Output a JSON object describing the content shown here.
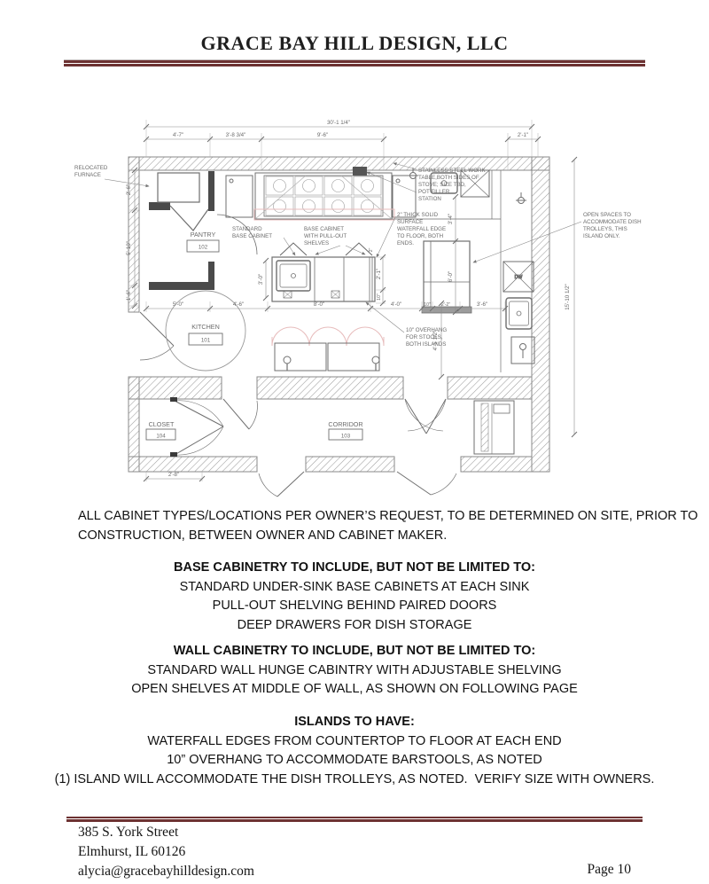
{
  "header": {
    "company": "GRACE BAY HILL DESIGN, LLC"
  },
  "plan": {
    "labels": {
      "relocated_furnace": [
        "RELOCATED",
        "FURNACE"
      ],
      "work_table": [
        "STAINLESS STEEL WORK",
        "TABLE,BOTH SIDES OF",
        "STOVE; SIZE TBD,",
        "POT FILLER",
        "STATION"
      ],
      "waterfall": [
        "2\" THICK SOLID",
        "SURFACE",
        "WATERFALL EDGE",
        "TO FLOOR, BOTH",
        "ENDS."
      ],
      "standard_base": [
        "STANDARD",
        "BASE CABINET"
      ],
      "pullout": [
        "BASE CABINET",
        "WITH PULL-OUT",
        "SHELVES"
      ],
      "open_spaces": [
        "OPEN SPACES TO",
        "ACCOMMODATE DISH",
        "TROLLEYS, THIS",
        "ISLAND ONLY."
      ],
      "overhang": [
        "10\" OVERHANG",
        "FOR STOOLS,",
        "BOTH ISLANDS"
      ],
      "dw": "DW"
    },
    "rooms": {
      "kitchen": {
        "name": "KITCHEN",
        "num": "101"
      },
      "pantry": {
        "name": "PANTRY",
        "num": "102"
      },
      "corridor": {
        "name": "CORRIDOR",
        "num": "103"
      },
      "closet": {
        "name": "CLOSET",
        "num": "104"
      }
    },
    "dims": {
      "top_overall": "30'-1 1/4\"",
      "top_1": "4'-7\"",
      "top_2": "3'-8 3/4\"",
      "top_3": "9'-6\"",
      "top_right": "2'-1\"",
      "left_1": "2'-6\"",
      "left_2": "5'-10\"",
      "left_3": "1'-6\"",
      "mid_1": "5'-0\"",
      "mid_2": "4'-6\"",
      "mid_3": "8'-0\"",
      "mid_4": "4'-0\"",
      "mid_5": "10\"",
      "mid_6": "2'-2\"",
      "mid_7": "3'-6\"",
      "island1_depth": "3'-0\"",
      "island1_r1": "2'-1\"",
      "island1_r2": "10\"",
      "island1_edge": "2\"",
      "island2_len": "6'-0\"",
      "island2_gap": "3'-4\"",
      "right_overall": "15'-10 1/2\"",
      "overhang_dim": "4'-5 1/2\"",
      "closet_w": "2'-8\""
    }
  },
  "notes": {
    "para": [
      "ALL CABINET TYPES/LOCATIONS PER OWNER’S REQUEST, TO BE DETERMINED ON SITE, PRIOR TO",
      "CONSTRUCTION, BETWEEN OWNER AND CABINET MAKER."
    ],
    "base": {
      "heading": "BASE CABINETRY TO INCLUDE, BUT NOT BE LIMITED TO:",
      "lines": [
        "STANDARD UNDER-SINK BASE CABINETS AT EACH SINK",
        "PULL-OUT SHELVING BEHIND PAIRED DOORS",
        "DEEP DRAWERS FOR DISH STORAGE"
      ]
    },
    "wall": {
      "heading": "WALL CABINETRY TO INCLUDE, BUT NOT BE LIMITED TO:",
      "lines": [
        "STANDARD WALL HUNGE CABINTRY WITH ADJUSTABLE SHELVING",
        "OPEN SHELVES AT MIDDLE OF WALL, AS SHOWN ON FOLLOWING PAGE"
      ]
    },
    "islands": {
      "heading": "ISLANDS TO HAVE:",
      "lines": [
        "WATERFALL EDGES FROM COUNTERTOP TO FLOOR AT EACH END",
        "10” OVERHANG TO ACCOMMODATE BARSTOOLS, AS NOTED",
        "(1) ISLAND WILL ACCOMMODATE THE DISH TROLLEYS, AS NOTED.  VERIFY SIZE WITH OWNERS."
      ]
    }
  },
  "footer": {
    "address1": "385 S. York Street",
    "address2": "Elmhurst, IL 60126",
    "email": "alycia@gracebayhilldesign.com",
    "page": "Page 10"
  }
}
